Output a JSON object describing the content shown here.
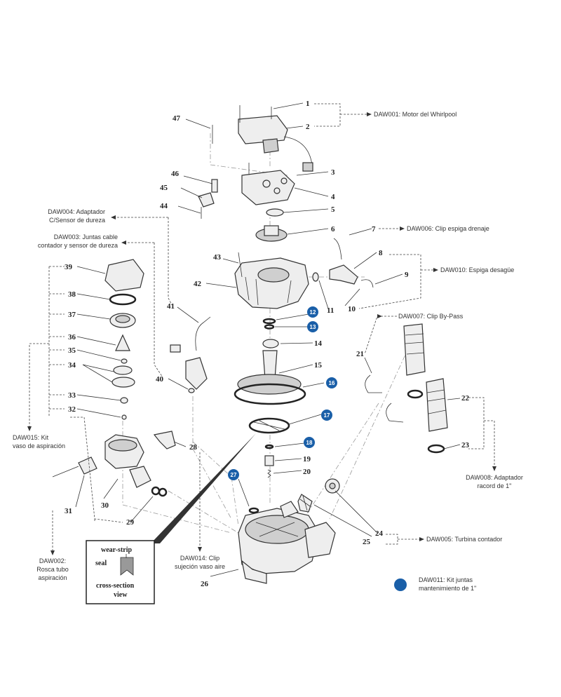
{
  "parts": {
    "p1": "1",
    "p2": "2",
    "p3": "3",
    "p4": "4",
    "p5": "5",
    "p6": "6",
    "p7": "7",
    "p8": "8",
    "p9": "9",
    "p10": "10",
    "p11": "11",
    "p12": "12",
    "p13": "13",
    "p14": "14",
    "p15": "15",
    "p16": "16",
    "p17": "17",
    "p18": "18",
    "p19": "19",
    "p20": "20",
    "p21": "21",
    "p22": "22",
    "p23": "23",
    "p24": "24",
    "p25": "25",
    "p26": "26",
    "p27": "27",
    "p28": "28",
    "p29": "29",
    "p30": "30",
    "p31": "31",
    "p32": "32",
    "p33": "33",
    "p34": "34",
    "p35": "35",
    "p36": "36",
    "p37": "37",
    "p38": "38",
    "p39": "39",
    "p40": "40",
    "p41": "41",
    "p42": "42",
    "p43": "43",
    "p44": "44",
    "p45": "45",
    "p46": "46",
    "p47": "47"
  },
  "labels": {
    "daw001": "DAW001: Motor del Whirlpool",
    "daw004_l1": "DAW004: Adaptador",
    "daw004_l2": "C/Sensor de dureza",
    "daw003_l1": "DAW003: Juntas cable",
    "daw003_l2": "contador y sensor de dureza",
    "daw006": "DAW006: Clip espiga drenaje",
    "daw010": "DAW010: Espiga desagüe",
    "daw007": "DAW007: Clip By-Pass",
    "daw015_l1": "DAW015: Kit",
    "daw015_l2": "vaso de aspiración",
    "daw008_l1": "DAW008: Adaptador",
    "daw008_l2": "racord de 1\"",
    "daw005": "DAW005: Turbina contador",
    "daw014_l1": "DAW014: Clip",
    "daw014_l2": "sujeción vaso aire",
    "daw002_l1": "DAW002:",
    "daw002_l2": "Rosca tubo",
    "daw002_l3": "aspiración",
    "daw011_l1": "DAW011: Kit juntas",
    "daw011_l2": "mantenimiento de 1\""
  },
  "inset": {
    "wear_strip": "wear-strip",
    "seal": "seal",
    "cross_section_l1": "cross-section",
    "cross_section_l2": "view"
  },
  "colors": {
    "kit_blue": "#1a5fa8",
    "ink": "#333333"
  }
}
